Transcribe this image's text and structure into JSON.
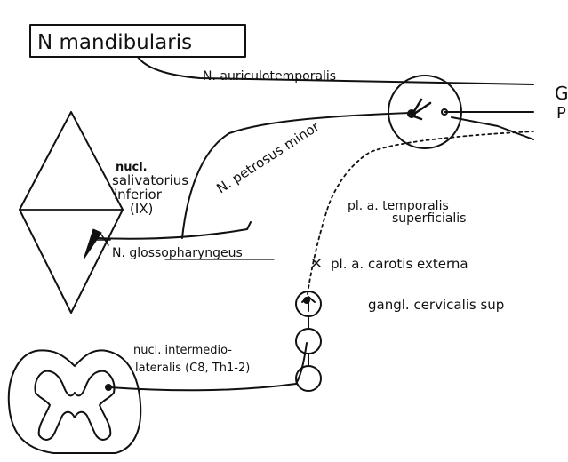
{
  "labels": {
    "nerve_root": "N mandibularis",
    "auriculotemporal": "N. auriculotemporalis",
    "petrosus": "N. petrosus minor",
    "glossopharyngeus": "N. glossopharyngeus",
    "nucleus_line1": "nucl.",
    "nucleus_line2": "salivatorius",
    "nucleus_line3": "inferior",
    "nucleus_line4": "(IX)",
    "temporal_line1": "pl. a. temporalis",
    "temporal_line2": "superficialis",
    "carotis": "pl. a. carotis externa",
    "cervical_ganglion": "gangl. cervicalis sup",
    "intermedio_line1": "nucl. intermedio-",
    "intermedio_line2": "lateralis (C8, Th1-2)",
    "cut_g": "G",
    "cut_p": "P"
  },
  "colors": {
    "ink": "#111111",
    "paper": "#ffffff"
  }
}
